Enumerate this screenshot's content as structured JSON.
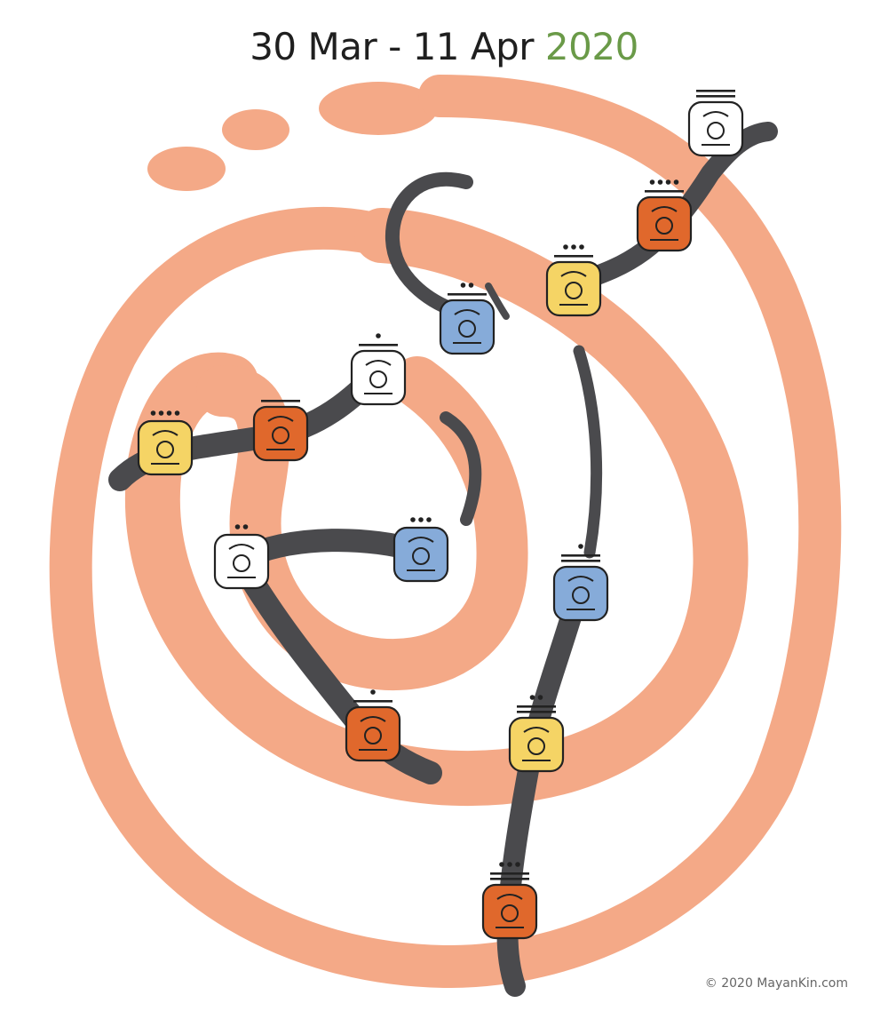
{
  "title": {
    "range": "30 Mar - 11 Apr",
    "year": "2020"
  },
  "colors": {
    "footprint": "#f4a987",
    "path": "#4a4a4d",
    "glyph_red": "#e0682c",
    "glyph_white": "#ffffff",
    "glyph_blue": "#86abd9",
    "glyph_yellow": "#f5d465",
    "year_accent": "#6a9a48",
    "outline": "#222222"
  },
  "days": [
    {
      "color": "red",
      "number": 6,
      "icon": "bowl-glyph-icon"
    },
    {
      "color": "white",
      "number": 2,
      "icon": "smiling-face-glyph-icon"
    },
    {
      "color": "blue",
      "number": 3,
      "icon": "night-glyph-icon"
    },
    {
      "color": "yellow",
      "number": 4,
      "icon": "seed-glyph-icon"
    },
    {
      "color": "red",
      "number": 5,
      "icon": "serpent-glyph-icon"
    },
    {
      "color": "white",
      "number": 6,
      "icon": "death-glyph-icon"
    },
    {
      "color": "blue",
      "number": 7,
      "icon": "deer-glyph-icon"
    },
    {
      "color": "yellow",
      "number": 8,
      "icon": "star-glyph-icon"
    },
    {
      "color": "red",
      "number": 9,
      "icon": "moon-glyph-icon"
    },
    {
      "color": "white",
      "number": 10,
      "icon": "dog-glyph-icon"
    },
    {
      "color": "blue",
      "number": 11,
      "icon": "monkey-glyph-icon"
    },
    {
      "color": "yellow",
      "number": 12,
      "icon": "human-glyph-icon"
    },
    {
      "color": "red",
      "number": 13,
      "icon": "skywalker-glyph-icon"
    }
  ],
  "copyright": "© 2020 MayanKin.com"
}
